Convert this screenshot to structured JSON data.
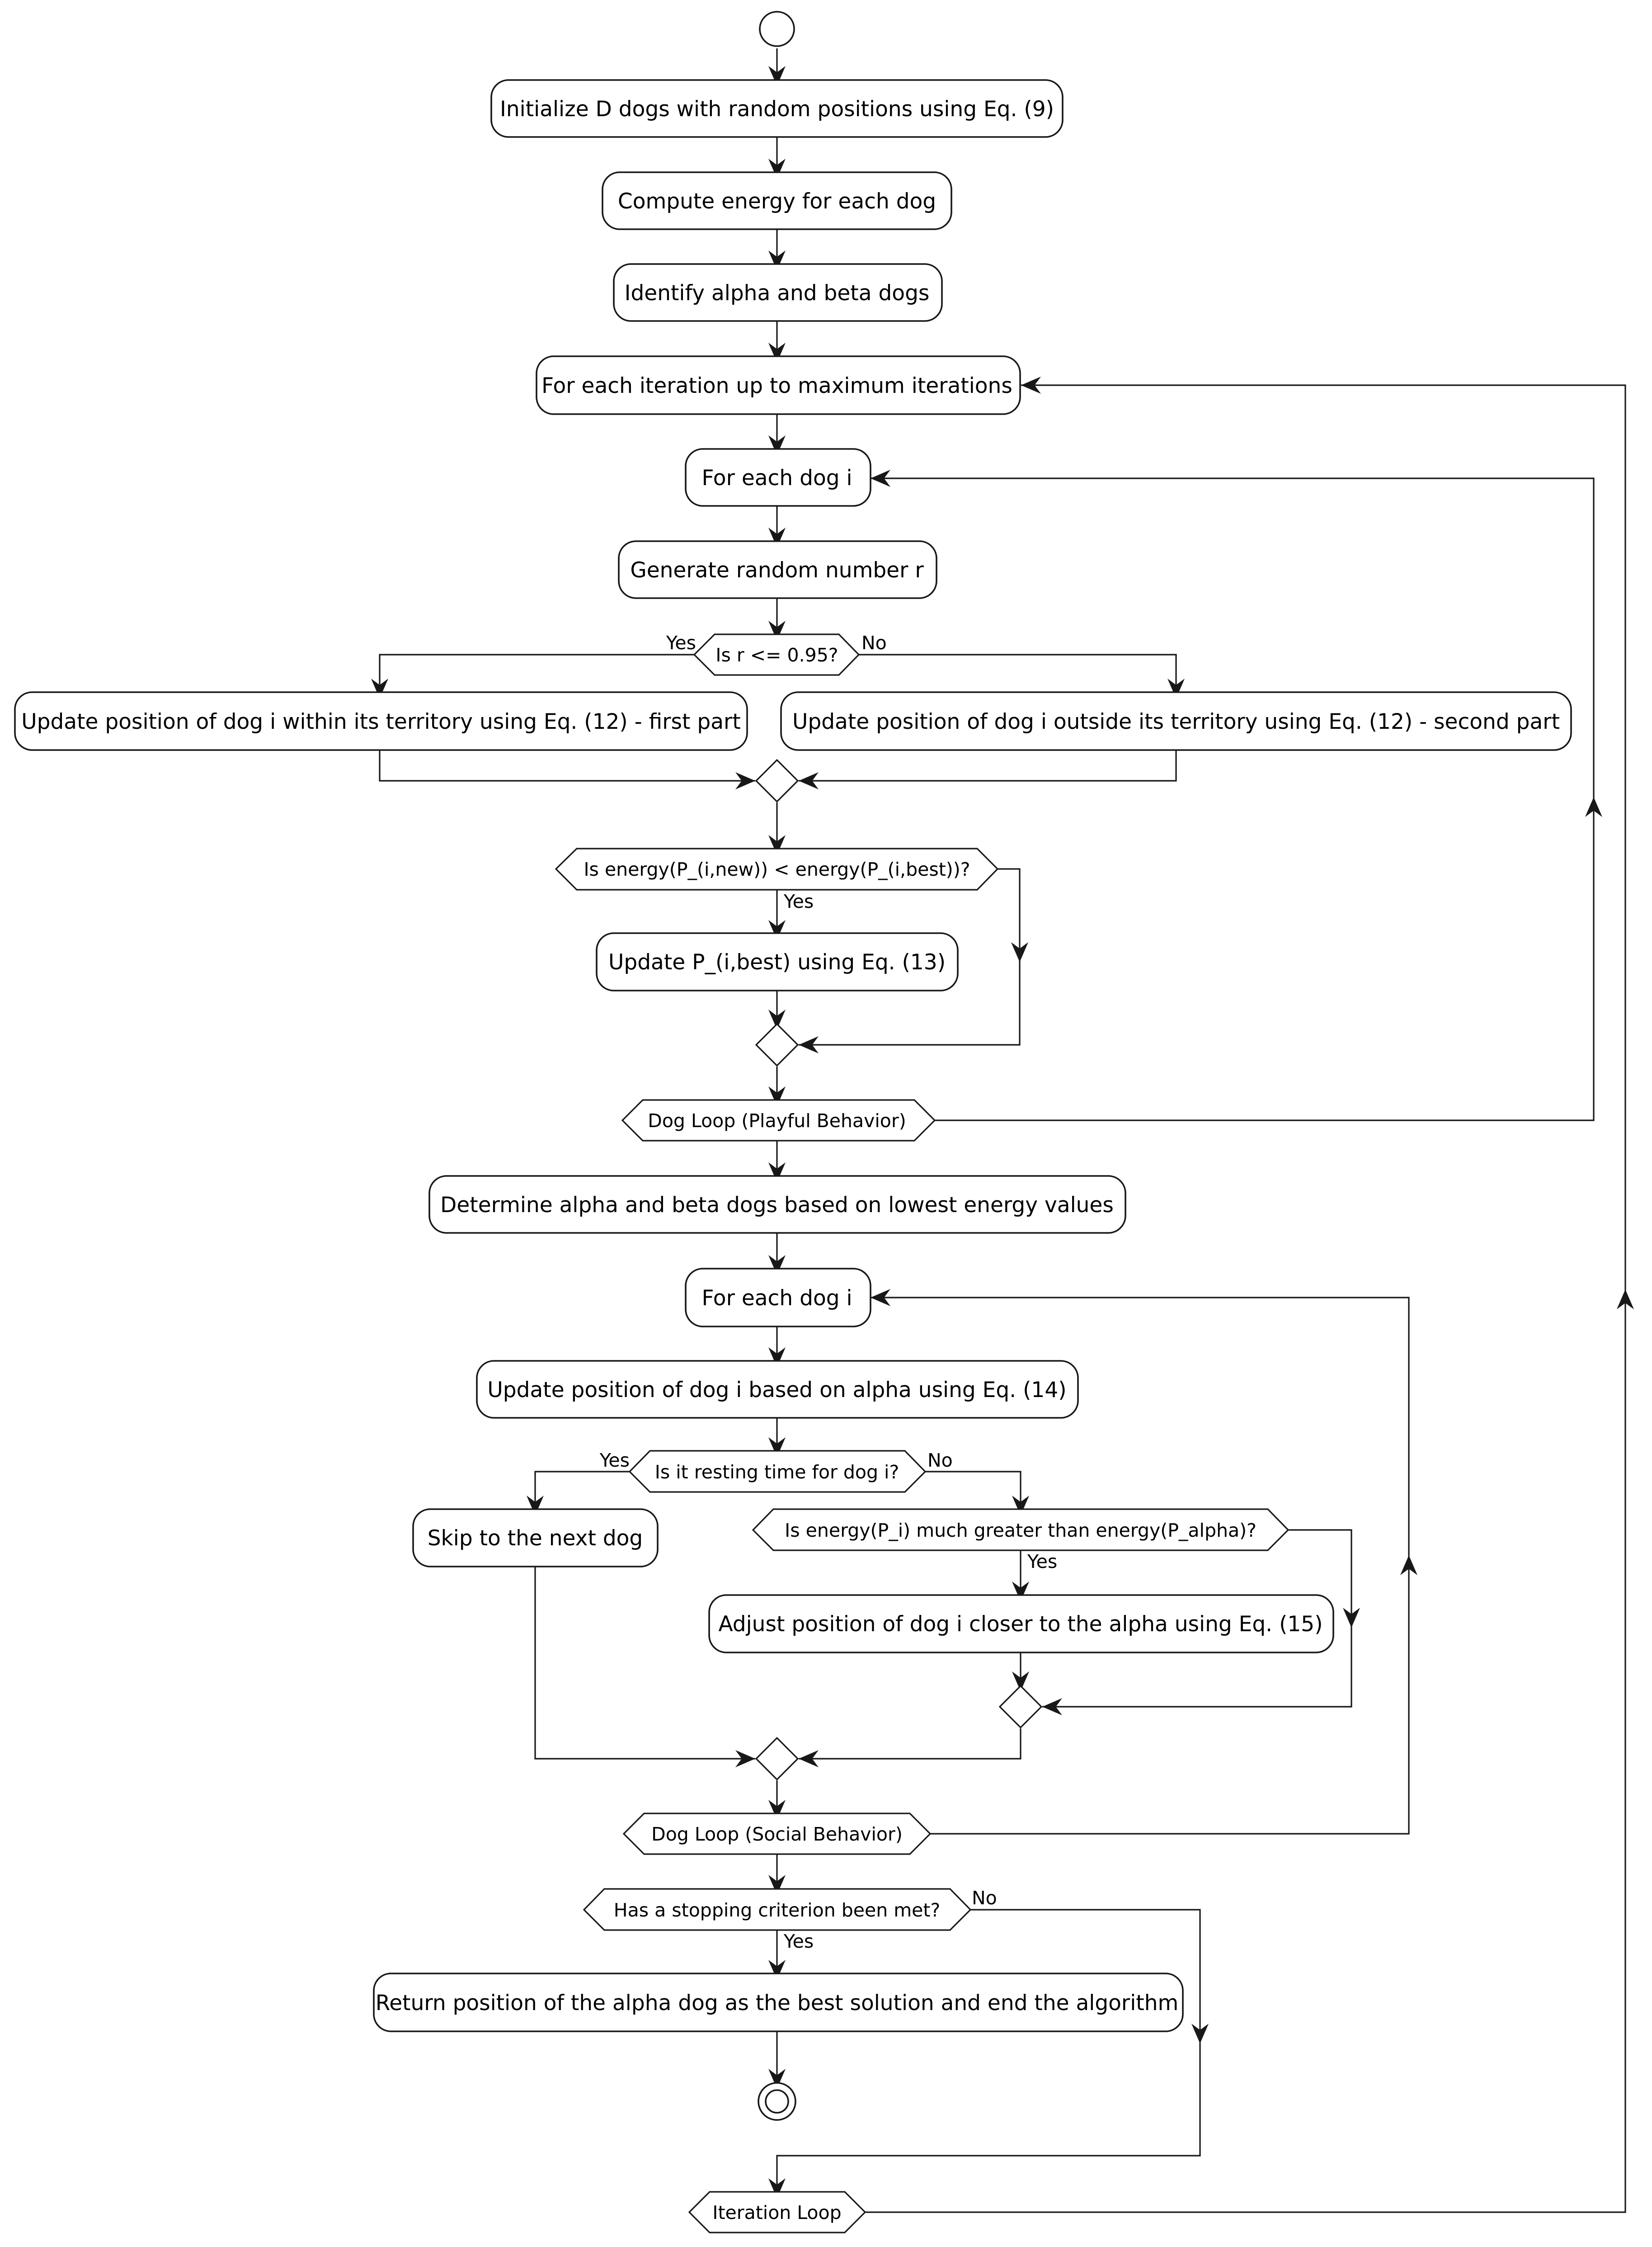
{
  "diagram": {
    "activities": {
      "init": "Initialize D dogs with random positions using Eq. (9)",
      "compute_energy": "Compute energy for each dog",
      "identify_alpha_beta": "Identify alpha and beta dogs",
      "iteration_for": "For each iteration up to maximum iterations",
      "dog_for_1": "For each dog i",
      "random_r": "Generate random number r",
      "update_within": "Update position of dog i within its territory using Eq. (12) - first part",
      "update_outside": "Update position of dog i outside its territory using Eq. (12) - second part",
      "update_pbest": "Update P_(i,best) using Eq. (13)",
      "determine_alpha_beta": "Determine alpha and beta dogs based on lowest energy values",
      "dog_for_2": "For each dog i",
      "update_alpha": "Update position of dog i based on alpha using Eq. (14)",
      "skip_next": "Skip to the next dog",
      "adjust_alpha": "Adjust position of dog i closer to the alpha using Eq. (15)",
      "return_alpha": "Return position of the alpha dog as the best solution and end the algorithm"
    },
    "decisions": {
      "r_check": "Is r <= 0.95?",
      "energy_check": "Is energy(P_(i,new)) < energy(P_(i,best))?",
      "playful_loop": "Dog Loop (Playful Behavior)",
      "resting_check": "Is it resting time for dog i?",
      "much_greater": "Is energy(P_i) much greater than energy(P_alpha)?",
      "social_loop": "Dog Loop (Social Behavior)",
      "stopping_check": "Has a stopping criterion been met?",
      "iteration_loop": "Iteration Loop"
    },
    "labels": {
      "yes": "Yes",
      "no": "No"
    }
  }
}
